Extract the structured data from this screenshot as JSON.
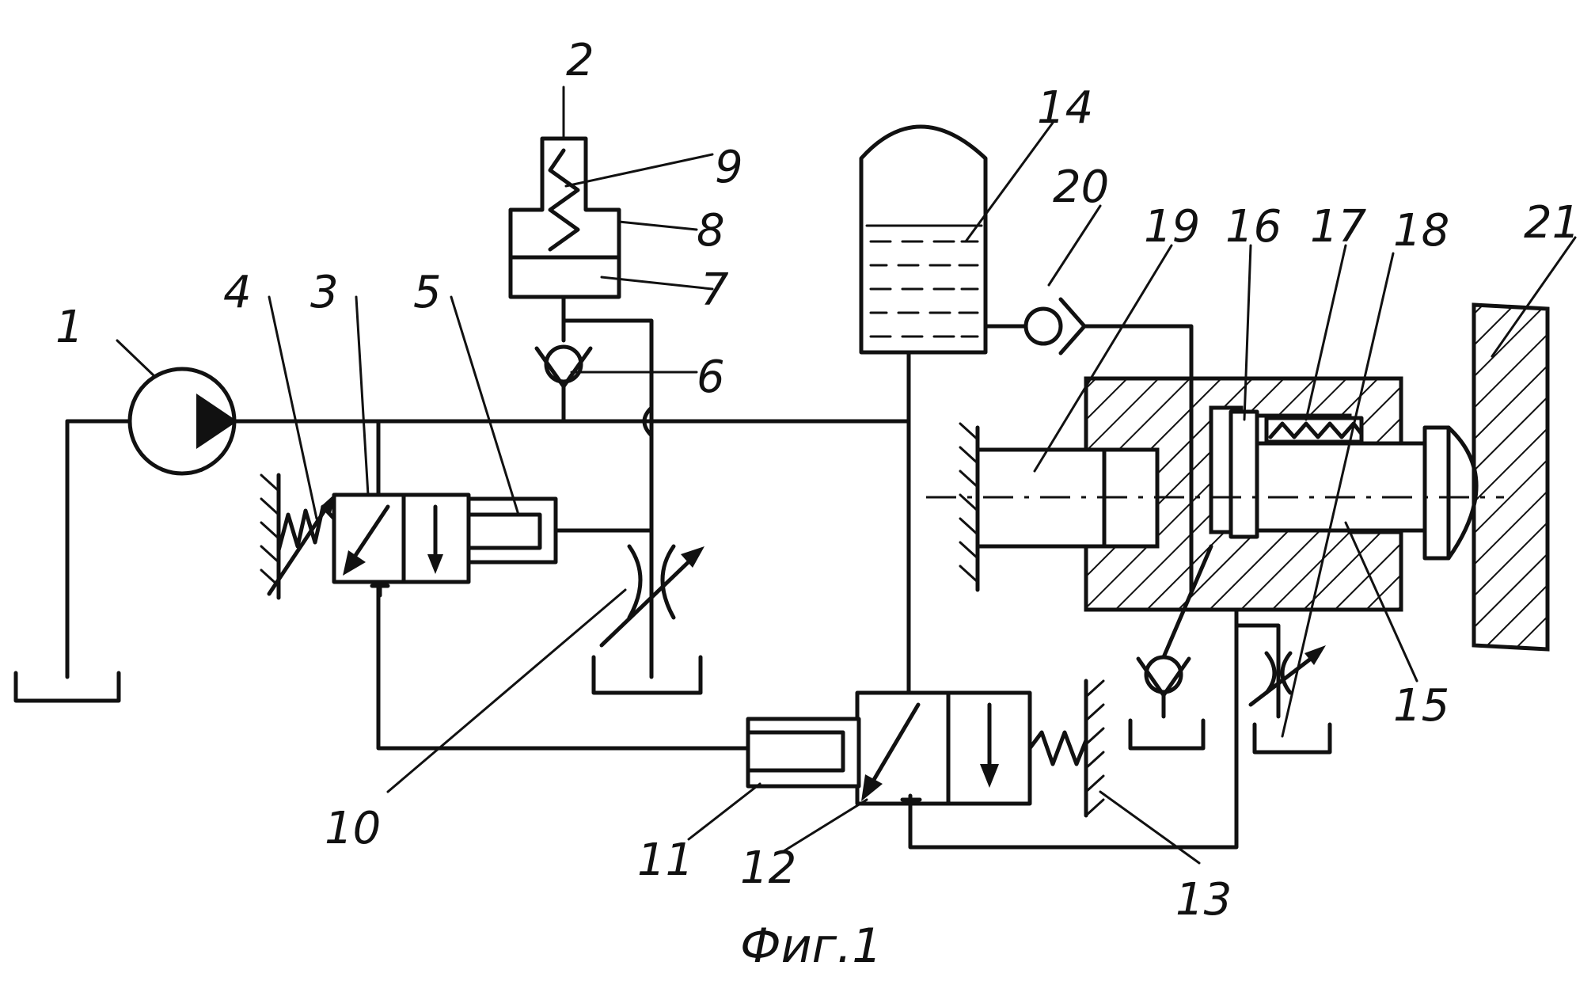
{
  "figure": {
    "caption": "Фиг.1",
    "colors": {
      "ink": "#111111",
      "paper": "#ffffff"
    }
  },
  "labels": [
    {
      "id": "1",
      "text": "1"
    },
    {
      "id": "2",
      "text": "2"
    },
    {
      "id": "3",
      "text": "3"
    },
    {
      "id": "4",
      "text": "4"
    },
    {
      "id": "5",
      "text": "5"
    },
    {
      "id": "6",
      "text": "6"
    },
    {
      "id": "7",
      "text": "7"
    },
    {
      "id": "8",
      "text": "8"
    },
    {
      "id": "9",
      "text": "9"
    },
    {
      "id": "10",
      "text": "10"
    },
    {
      "id": "11",
      "text": "11"
    },
    {
      "id": "12",
      "text": "12"
    },
    {
      "id": "13",
      "text": "13"
    },
    {
      "id": "14",
      "text": "14"
    },
    {
      "id": "15",
      "text": "15"
    },
    {
      "id": "16",
      "text": "16"
    },
    {
      "id": "17",
      "text": "17"
    },
    {
      "id": "18",
      "text": "18"
    },
    {
      "id": "19",
      "text": "19"
    },
    {
      "id": "20",
      "text": "20"
    },
    {
      "id": "21",
      "text": "21"
    }
  ]
}
